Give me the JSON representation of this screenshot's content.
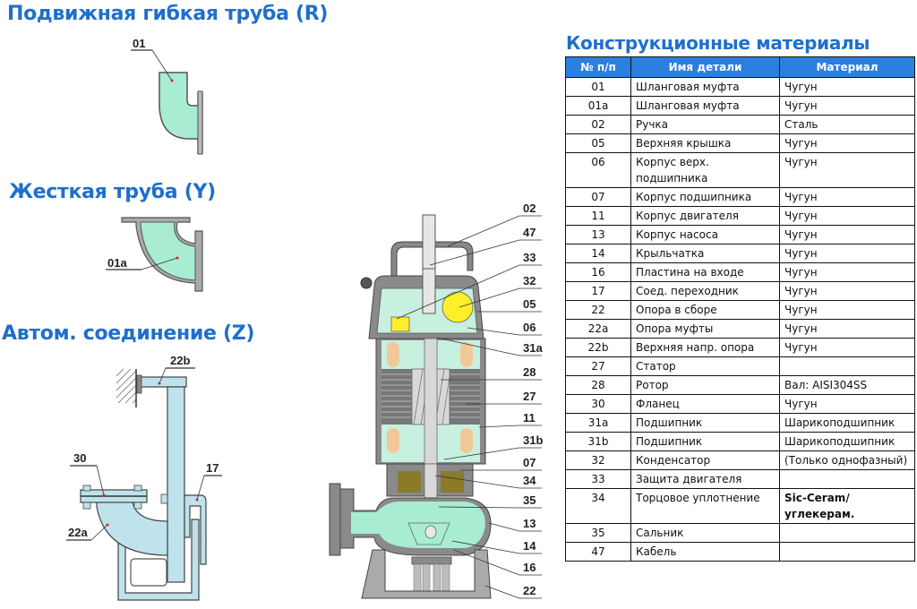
{
  "headings": {
    "flexible_pipe": "Подвижная гибкая труба (R)",
    "rigid_pipe": "Жесткая труба (Y)",
    "auto_coupling": "Автом. соединение (Z)",
    "materials": "Конструкционные материалы"
  },
  "diagram_labels": {
    "flexible": [
      "01"
    ],
    "rigid": [
      "01a"
    ],
    "auto": [
      "22b",
      "30",
      "17",
      "22a"
    ],
    "pump": [
      "02",
      "47",
      "33",
      "32",
      "05",
      "06",
      "31a",
      "28",
      "27",
      "11",
      "31b",
      "07",
      "34",
      "35",
      "13",
      "14",
      "16",
      "22"
    ]
  },
  "colors": {
    "heading": "#1f6fcb",
    "table_header": "#2a7fe0",
    "fluid_green": "#a8ecd2",
    "auto_blue": "#bfe3ec",
    "metal_gray": "#8c8c8c",
    "capacitor_yellow": "#ffef2a",
    "winding_tan": "#f0c89a"
  },
  "table": {
    "columns": [
      "№ п/п",
      "Имя детали",
      "Материал"
    ],
    "rows": [
      {
        "num": "01",
        "name": "Шланговая муфта",
        "material": "Чугун"
      },
      {
        "num": "01a",
        "name": "Шланговая муфта",
        "material": "Чугун"
      },
      {
        "num": "02",
        "name": "Ручка",
        "material": "Сталь"
      },
      {
        "num": "05",
        "name": "Верхняя крышка",
        "material": "Чугун"
      },
      {
        "num": "06",
        "name": "Корпус верх. подшипника",
        "material": "Чугун"
      },
      {
        "num": "07",
        "name": "Корпус подшипника",
        "material": "Чугун"
      },
      {
        "num": "11",
        "name": "Корпус двигателя",
        "material": "Чугун"
      },
      {
        "num": "13",
        "name": "Корпус насоса",
        "material": "Чугун"
      },
      {
        "num": "14",
        "name": "Крыльчатка",
        "material": "Чугун"
      },
      {
        "num": "16",
        "name": "Пластина на входе",
        "material": "Чугун"
      },
      {
        "num": "17",
        "name": "Соед. переходник",
        "material": "Чугун"
      },
      {
        "num": "22",
        "name": "Опора в сборе",
        "material": "Чугун"
      },
      {
        "num": "22a",
        "name": "Опора муфты",
        "material": "Чугун"
      },
      {
        "num": "22b",
        "name": "Верхняя напр. опора",
        "material": "Чугун"
      },
      {
        "num": "27",
        "name": "Статор",
        "material": ""
      },
      {
        "num": "28",
        "name": "Ротор",
        "material": "Вал: AISI304SS"
      },
      {
        "num": "30",
        "name": "Фланец",
        "material": "Чугун"
      },
      {
        "num": "31a",
        "name": "Подшипник",
        "material": "Шарикоподшипник"
      },
      {
        "num": "31b",
        "name": "Подшипник",
        "material": "Шарикоподшипник"
      },
      {
        "num": "32",
        "name": " Конденсатор",
        "material": "(Только однофазный)"
      },
      {
        "num": "33",
        "name": "Защита двигателя",
        "material": ""
      },
      {
        "num": "34",
        "name": "Торцовое уплотнение",
        "material": "Sic-Ceram/углекерам.",
        "material_bold": true
      },
      {
        "num": "35",
        "name": "Сальник",
        "material": ""
      },
      {
        "num": "47",
        "name": "Кабель",
        "material": ""
      }
    ]
  }
}
